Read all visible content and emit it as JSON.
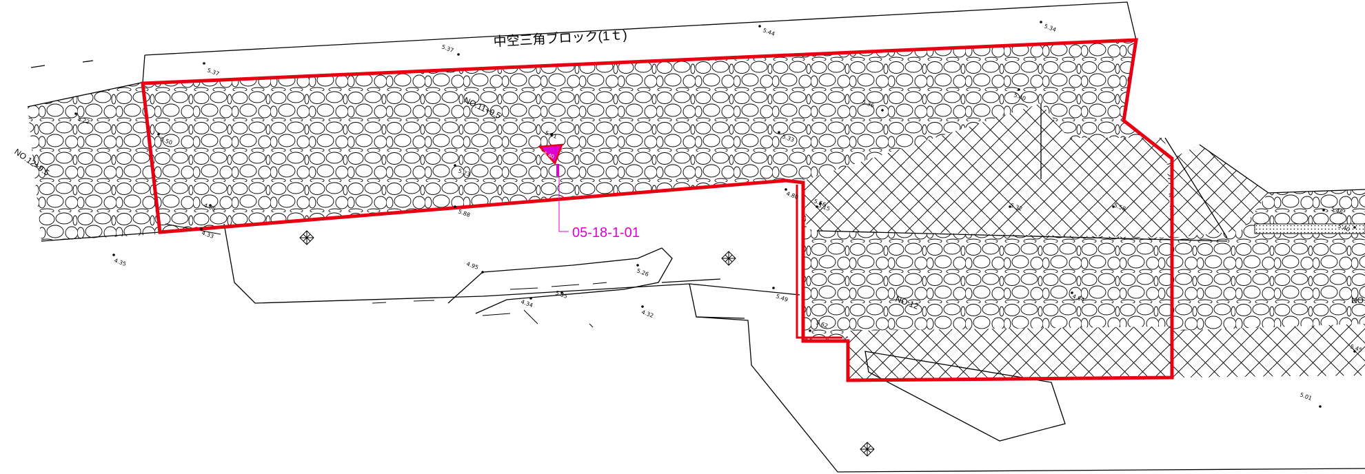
{
  "map": {
    "title_label": "中空三角ブロック(1ｔ)",
    "no_label_left": "NO.12+9.5",
    "no_label_center": "NO.11+9.5",
    "no_label_right": "NO.12",
    "right_edge_label": "NO",
    "survey_point_id": "05-18-1-01",
    "survey_marker_value": "5.40",
    "colors": {
      "boundary": "#e60012",
      "magenta": "#e000d0",
      "lines": "#000000",
      "background": "#ffffff"
    },
    "icons": {
      "survey_marker": "triangle-marker-icon",
      "diamond_symbol": "diamond-hatch-icon"
    },
    "elevations": [
      "5.37",
      "5.37",
      "5.44",
      "5.34",
      "5.22",
      "5.50",
      "5.41",
      "5.33",
      "5.23",
      "5.88",
      "4.80",
      "5.36",
      "5.56",
      "5.40",
      "5.15",
      "5.32",
      "5.58",
      "4.64",
      "5.46",
      "4.35",
      "4.33",
      "4.86",
      "4.95",
      "5.26",
      "5.35",
      "4.34",
      "4.32",
      "5.49",
      "5.62",
      "5.01",
      "5.40",
      "5.45"
    ]
  }
}
